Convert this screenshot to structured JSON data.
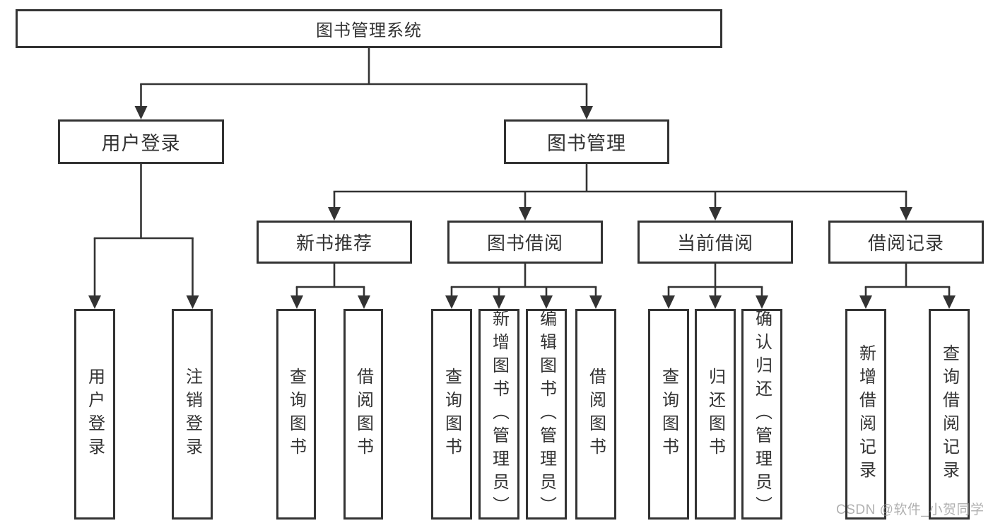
{
  "diagram": {
    "root": {
      "label": "图书管理系统"
    },
    "branches": [
      {
        "label": "用户登录",
        "children": [
          {
            "label": "用户登录"
          },
          {
            "label": "注销登录"
          }
        ]
      },
      {
        "label": "图书管理",
        "children": [
          {
            "label": "新书推荐",
            "children": [
              {
                "label": "查询图书"
              },
              {
                "label": "借阅图书"
              }
            ]
          },
          {
            "label": "图书借阅",
            "children": [
              {
                "label": "查询图书"
              },
              {
                "label": "新增图书（管理员）"
              },
              {
                "label": "编辑图书（管理员）"
              },
              {
                "label": "借阅图书"
              }
            ]
          },
          {
            "label": "当前借阅",
            "children": [
              {
                "label": "查询图书"
              },
              {
                "label": "归还图书"
              },
              {
                "label": "确认归还（管理员）"
              }
            ]
          },
          {
            "label": "借阅记录",
            "children": [
              {
                "label": "新增借阅记录"
              },
              {
                "label": "查询借阅记录"
              }
            ]
          }
        ]
      }
    ]
  },
  "watermark": {
    "text": "CSDN @软件_小贺同学"
  },
  "colors": {
    "line": "#333333",
    "box_border": "#333333",
    "box_fill": "#ffffff",
    "text": "#333333",
    "watermark": "#969696"
  }
}
